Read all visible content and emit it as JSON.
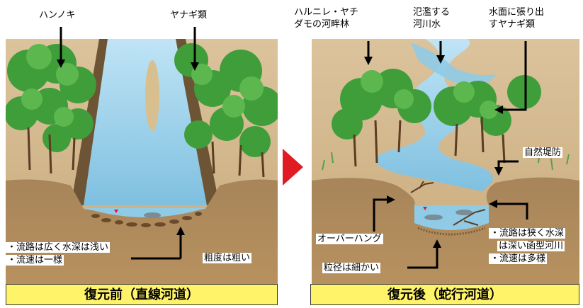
{
  "left_panel": {
    "caption": "復元前（直線河道）",
    "labels": {
      "alder": "ハンノキ",
      "willow": "ヤナギ類",
      "flow_path": "・流路は広く水深は浅い",
      "flow_speed": "・流速は一様",
      "roughness": "粗度は粗い"
    }
  },
  "right_panel": {
    "caption": "復元後（蛇行河道）",
    "labels": {
      "riparian_forest_1": "ハルニレ・ヤチ",
      "riparian_forest_2": "ダモの河畔林",
      "flood_water_1": "氾濫する",
      "flood_water_2": "河川水",
      "willow_over_water_1": "水面に張り出",
      "willow_over_water_2": "すヤナギ類",
      "natural_levee": "自然堤防",
      "overhang": "オーバーハング",
      "flow_path_1": "・流路は狭く水深",
      "flow_path_2": "は深い函型河川",
      "flow_speed": "・流速は多様",
      "grain_size": "粒径は細かい"
    }
  },
  "colors": {
    "caption_bg": "#fff36a",
    "arrow": "#e01b24",
    "soil": "#9c7a4e",
    "sky": "#d9c29a",
    "water": "#a9d7ee",
    "tree": "#3f9e3a"
  }
}
